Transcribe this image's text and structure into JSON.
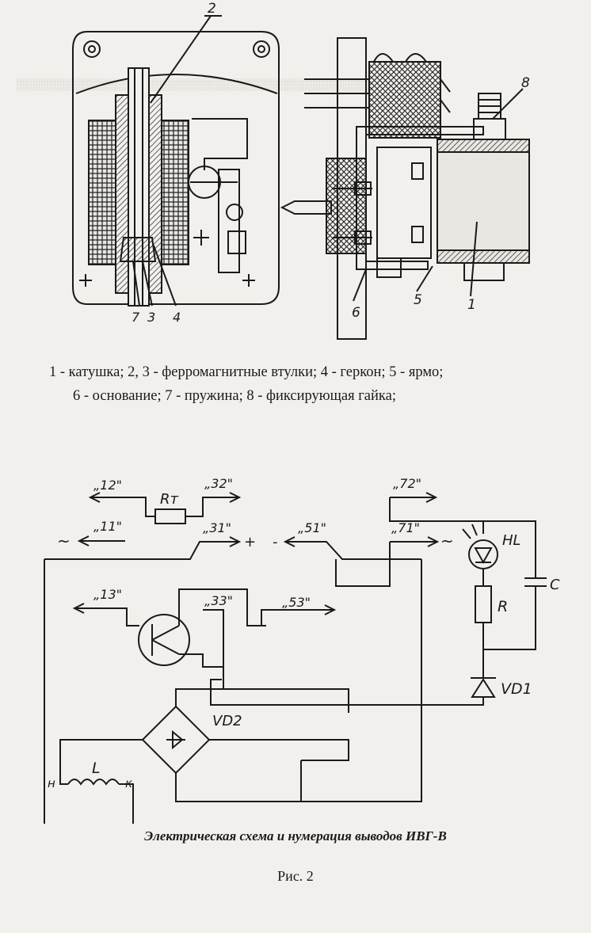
{
  "figure": {
    "callouts_left": [
      "2",
      "7",
      "3",
      "4"
    ],
    "callouts_right": [
      "8",
      "6",
      "5",
      "1"
    ],
    "legend_line1": "1 - катушка; 2, 3 - ферромагнитные втулки; 4 - геркон; 5 - ярмо;",
    "legend_line2": "6 - основание; 7 - пружина; 8 - фиксирующая гайка;"
  },
  "schematic": {
    "terminals": [
      "„12\"",
      "„32\"",
      "„11\"",
      "„31\"",
      "„51\"",
      "„72\"",
      "„71\"",
      "„13\"",
      "„33\"",
      "„53\""
    ],
    "components": {
      "rt": "Rт",
      "hl": "HL",
      "r": "R",
      "c": "C",
      "vd1": "VD1",
      "vd2": "VD2",
      "l": "L",
      "h": "н",
      "k": "к"
    },
    "symbols": {
      "plus": "+",
      "minus": "-",
      "ac_left": "~",
      "ac_right": "~"
    }
  },
  "caption": "Электрическая схема и нумерация выводов ИВГ-В",
  "figure_number": "Рис. 2"
}
